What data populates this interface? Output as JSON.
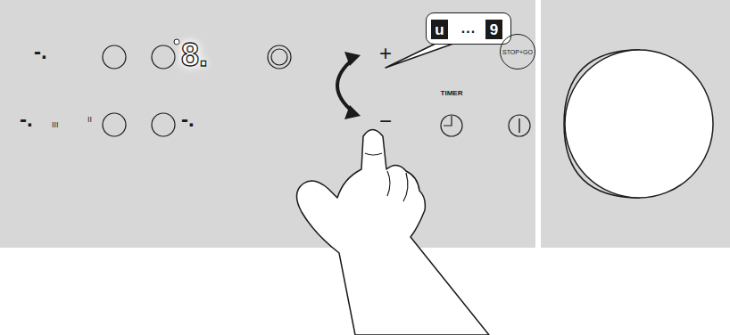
{
  "diagram": {
    "nodes": [
      {
        "text": [
          "..."
        ]
      },
      {
        "text": [
          "u"
        ],
        "in": 0
      },
      {
        "text": [
          "9"
        ],
        "in": 0
      },
      {
        "text": [
          "STOP+GO"
        ]
      },
      {
        "text": [
          "TIMER"
        ]
      }
    ],
    "labels": [
      "-.",
      "8.",
      "+",
      "-.",
      "III",
      "II",
      "-.",
      "−"
    ]
  }
}
